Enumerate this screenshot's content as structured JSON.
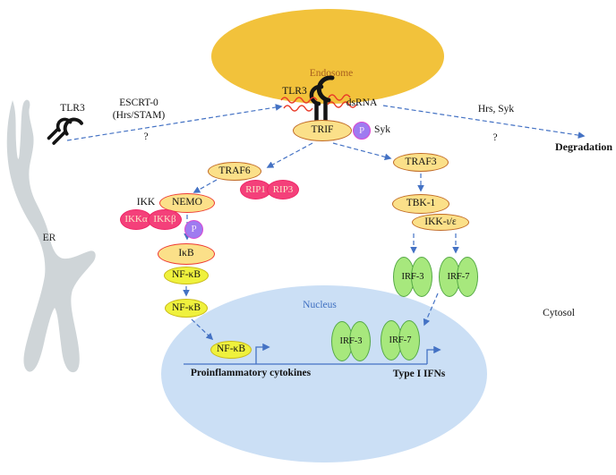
{
  "compartments": {
    "endosome": {
      "label": "Endosome",
      "fill": "#F2C23B",
      "label_color": "#A9611F"
    },
    "nucleus": {
      "label": "Nucleus",
      "fill": "#CBDFF5",
      "label_color": "#3E6FC1"
    },
    "er": {
      "label": "ER",
      "fill": "#CFD5D8"
    },
    "cytosol": {
      "label": "Cytosol"
    }
  },
  "receptors": {
    "tlr3_er": "TLR3",
    "tlr3_endosome": "TLR3",
    "dsrna": "dsRNA"
  },
  "annotations": {
    "escrt_line1": "ESCRT-0",
    "escrt_line2": "(Hrs/STAM)",
    "question_left": "?",
    "hrs_syk": "Hrs, Syk",
    "question_right": "?",
    "degradation": "Degradation",
    "syk": "Syk",
    "ikk": "IKK"
  },
  "nodes": {
    "trif": "TRIF",
    "p": "P",
    "traf6": "TRAF6",
    "rip1": "RIP1",
    "rip3": "RIP3",
    "nemo": "NEMO",
    "ikka": "IKKα",
    "ikkb": "IKKβ",
    "ikb": "IκB",
    "nfkb": "NF-κB",
    "traf3": "TRAF3",
    "tbk1": "TBK-1",
    "ikkie": "IKK-ι/ε",
    "irf3": "IRF-3",
    "irf7": "IRF-7"
  },
  "genes": {
    "proinflammatory": "Proinflammatory cytokines",
    "type1_ifns": "Type I IFNs"
  },
  "colors": {
    "arrow_blue": "#4472C4",
    "node_yellow_fill": "#FBE089",
    "node_orange_border": "#C06A25",
    "node_red_border": "#EE3B33",
    "nfkb_fill": "#EFF13D",
    "pink_fill": "#F4407A",
    "purple_fill": "#9E7BF0",
    "purple_border": "#DC48D2",
    "green_fill": "#A7E87D",
    "green_border": "#54A845",
    "dsrna_red": "#E83A28",
    "receptor_black": "#141414"
  }
}
